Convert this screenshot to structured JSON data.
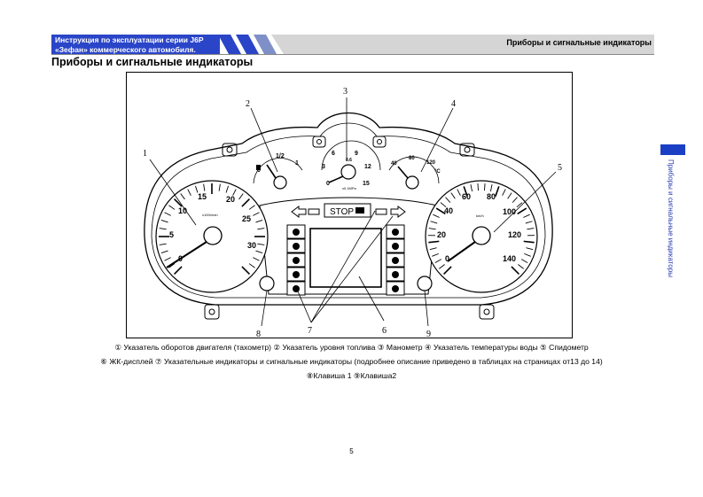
{
  "header": {
    "left_text": "Инструкция по эксплуатации серии J6P «Зефан» коммерческого автомобиля.",
    "right_text": "Приборы и сигнальные индикаторы"
  },
  "page_title": "Приборы и сигнальные индикаторы",
  "side_tab": {
    "text": "Приборы и сигнальные индикаторы",
    "color": "#1b3fc4"
  },
  "figure": {
    "callouts": [
      "1",
      "2",
      "3",
      "4",
      "5",
      "6",
      "7",
      "8",
      "9"
    ],
    "tachometer": {
      "scale": [
        "0",
        "5",
        "10",
        "15",
        "20",
        "25",
        "30"
      ],
      "unit": "x100r/min"
    },
    "fuel": {
      "labels": [
        "0",
        "1/2",
        "1"
      ]
    },
    "manometer": {
      "labels": [
        "0",
        "3",
        "6",
        "9",
        "12",
        "15"
      ],
      "unit": "x0.1MPa",
      "mid": "0.6"
    },
    "temperature": {
      "labels": [
        "40",
        "80",
        "120"
      ],
      "unit": "°C"
    },
    "speedometer": {
      "scale": [
        "0",
        "20",
        "40",
        "60",
        "80",
        "100",
        "120",
        "140"
      ],
      "unit": "km/h"
    },
    "stop_text": "STOP"
  },
  "captions": [
    "① Указатель оборотов двигателя (тахометр)   ② Указатель уровня топлива   ③ Манометр   ④ Указатель температуры воды   ⑤ Спидометр",
    "⑥ ЖК-дисплей   ⑦ Указательные индикаторы и сигнальные индикаторы (подробнее описание приведено в таблицах на страницах от13 до 14)",
    "⑧Клавиша 1 ⑨Клавиша2"
  ],
  "page_number": "5"
}
